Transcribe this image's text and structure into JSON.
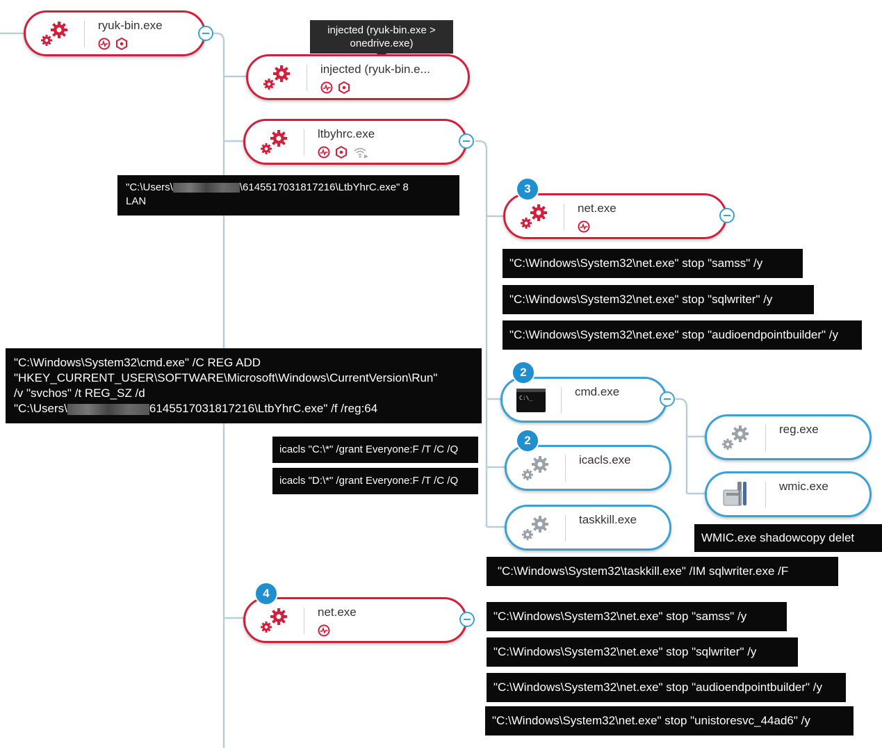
{
  "colors": {
    "accent_red": "#d21f3c",
    "accent_blue": "#3aa1d6",
    "badge_blue": "#1f8fcf",
    "command_bg": "#0a0a0a"
  },
  "nodes": {
    "root": {
      "name": "ryuk-bin.exe",
      "icon": "gear-pair-icon",
      "badges": [
        "activity-icon",
        "shield-icon"
      ]
    },
    "injected": {
      "name": "injected (ryuk-bin.e...",
      "icon": "gear-pair-icon",
      "badges": [
        "activity-icon",
        "shield-icon"
      ],
      "tooltip": "injected (ryuk-bin.exe > onedrive.exe)"
    },
    "ltbyhrc": {
      "name": "ltbyhrc.exe",
      "icon": "gear-pair-icon",
      "badges": [
        "activity-icon",
        "shield-icon",
        "wifi-icon"
      ]
    },
    "net1": {
      "name": "net.exe",
      "count": "3",
      "icon": "gear-pair-icon",
      "badges": [
        "activity-icon"
      ]
    },
    "cmd": {
      "name": "cmd.exe",
      "count": "2",
      "icon": "terminal-icon"
    },
    "icacls": {
      "name": "icacls.exe",
      "count": "2",
      "icon": "gear-pair-icon"
    },
    "taskkill": {
      "name": "taskkill.exe",
      "icon": "gear-pair-icon"
    },
    "reg": {
      "name": "reg.exe",
      "icon": "gear-pair-icon"
    },
    "wmic": {
      "name": "wmic.exe",
      "icon": "tools-icon"
    },
    "net2": {
      "name": "net.exe",
      "count": "4",
      "icon": "gear-pair-icon",
      "badges": [
        "activity-icon"
      ]
    }
  },
  "commands": {
    "ltbyhrc_prefix": "\"C:\\Users\\",
    "ltbyhrc_suffix": "\\6145517031817216\\LtbYhrC.exe\" 8",
    "ltbyhrc_line2": "LAN",
    "reg_line1": "\"C:\\Windows\\System32\\cmd.exe\" /C REG ADD",
    "reg_line2": "\"HKEY_CURRENT_USER\\SOFTWARE\\Microsoft\\Windows\\CurrentVersion\\Run\"",
    "reg_line3": "/v \"svchos\" /t REG_SZ /d",
    "reg_line4_prefix": "\"C:\\Users\\",
    "reg_line4_suffix": "6145517031817216\\LtbYhrC.exe\" /f /reg:64",
    "net1": [
      "\"C:\\Windows\\System32\\net.exe\" stop \"samss\" /y",
      "\"C:\\Windows\\System32\\net.exe\" stop \"sqlwriter\" /y",
      "\"C:\\Windows\\System32\\net.exe\" stop \"audioendpointbuilder\" /y"
    ],
    "icacls": [
      "icacls \"C:\\*\" /grant Everyone:F /T /C /Q",
      "icacls \"D:\\*\" /grant Everyone:F /T /C /Q"
    ],
    "wmic": "WMIC.exe shadowcopy delet",
    "taskkill": "\"C:\\Windows\\System32\\taskkill.exe\" /IM sqlwriter.exe /F",
    "net2": [
      "\"C:\\Windows\\System32\\net.exe\" stop \"samss\" /y",
      "\"C:\\Windows\\System32\\net.exe\" stop \"sqlwriter\" /y",
      "\"C:\\Windows\\System32\\net.exe\" stop \"audioendpointbuilder\" /y",
      "\"C:\\Windows\\System32\\net.exe\" stop \"unistoresvc_44ad6\" /y"
    ]
  }
}
